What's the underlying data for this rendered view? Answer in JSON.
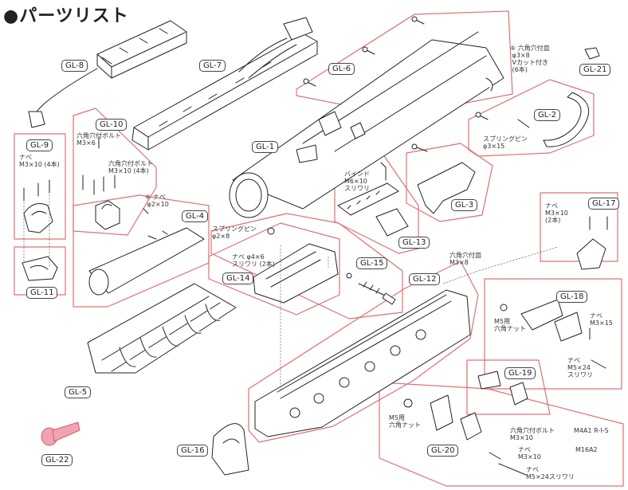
{
  "title": "●パーツリスト",
  "parts": {
    "gl1": "GL-1",
    "gl2": "GL-2",
    "gl3": "GL-3",
    "gl4": "GL-4",
    "gl5": "GL-5",
    "gl6": "GL-6",
    "gl7": "GL-7",
    "gl8": "GL-8",
    "gl9": "GL-9",
    "gl10": "GL-10",
    "gl11": "GL-11",
    "gl12": "GL-12",
    "gl13": "GL-13",
    "gl14": "GL-14",
    "gl15": "GL-15",
    "gl16": "GL-16",
    "gl17": "GL-17",
    "gl18": "GL-18",
    "gl19": "GL-19",
    "gl20": "GL-20",
    "gl21": "GL-21",
    "gl22": "GL-22"
  },
  "notes": {
    "gl6": "⑥ 六角穴付皿\n φ3×8\n Vカット付き\n (6本)",
    "gl2": "スプリングピン\nφ3×15",
    "gl10a": "六角穴付ボルト\nM3×6",
    "gl10b": "六角穴付ボルト\nM3×10 (4本)",
    "gl9": "ナベ\nM3×10 (4本)",
    "gl4": "⑥ ナベ\n φ2×10",
    "gl13": "バインド\nM6×10\nスリワリ",
    "gl17": "ナベ\nM3×10\n(2本)",
    "gl15": "スプリングピン\nφ2×8",
    "gl14": "ナベ φ4×6\nスリワリ (2本)",
    "gl12": "六角穴付皿\nM3×8",
    "gl18a": "M5用\n六角ナット",
    "gl18b": "ナベ\nM3×15",
    "gl18c": "ナベ\nM5×24\nスリワリ",
    "gl20a": "M5用\n六角ナット",
    "gl20b": "六角穴付ボルト\nM3×10",
    "gl20c": "ナベ\nM3×10",
    "gl20d": "ナベ\nM5×24スリワリ",
    "gl20e": "M4A1 R-I-S",
    "gl20f": "M16A2"
  }
}
